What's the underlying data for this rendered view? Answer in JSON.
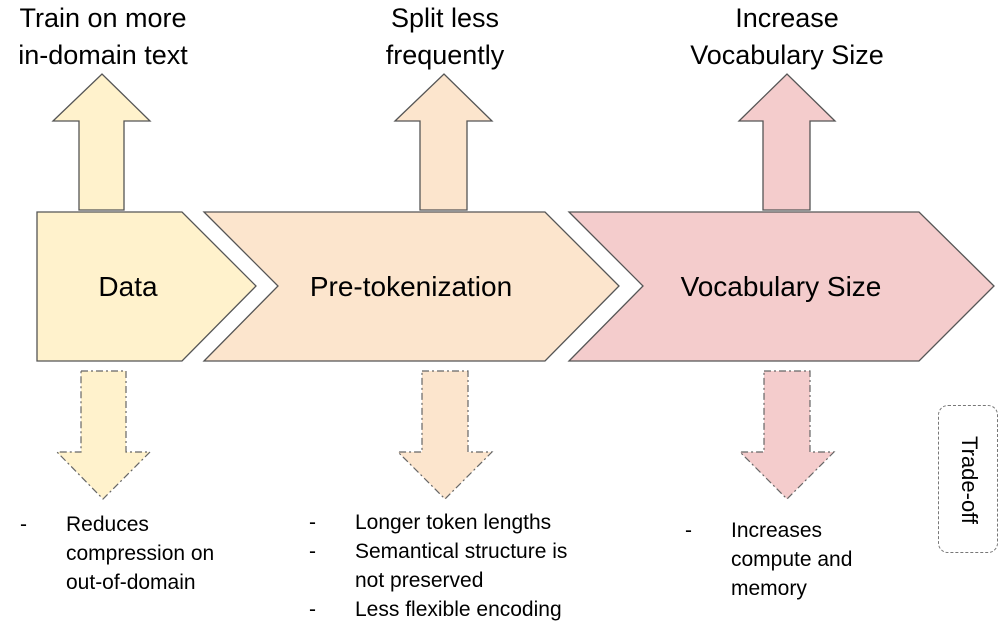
{
  "colors": {
    "data": "#fff2cc",
    "pretok": "#fce5cd",
    "vocab": "#f4cccc",
    "outline": "#555555"
  },
  "stages": [
    {
      "label": "Data",
      "up_label": "Train on more\nin-domain text",
      "bullets": [
        "Reduces\ncompression on\nout-of-domain"
      ]
    },
    {
      "label": "Pre-tokenization",
      "up_label": "Split less\nfrequently",
      "bullets": [
        "Longer token lengths",
        "Semantical structure is\nnot preserved",
        "Less flexible encoding"
      ]
    },
    {
      "label": "Vocabulary Size",
      "up_label": "Increase\nVocabulary Size",
      "bullets": [
        "Increases\ncompute and\nmemory"
      ]
    }
  ],
  "bullet_marker": "-",
  "tradeoff_label": "Trade-off"
}
